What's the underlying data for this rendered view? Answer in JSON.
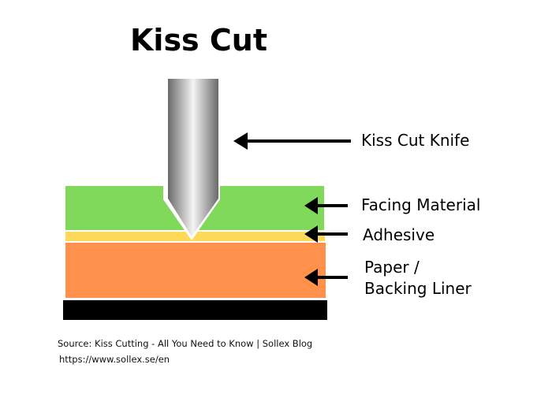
{
  "title": "Kiss Cut",
  "labels": {
    "knife": "Kiss Cut Knife",
    "facing": "Facing Material",
    "adhesive": "Adhesive",
    "backing_line1": "Paper /",
    "backing_line2": "Backing Liner"
  },
  "source": {
    "line1": "Source: Kiss Cutting - All You Need to Know | Sollex Blog",
    "line2": "https://www.sollex.se/en"
  },
  "colors": {
    "facing": "#80d95a",
    "adhesive": "#ffd95a",
    "backing": "#ff914d",
    "base": "#000000"
  }
}
